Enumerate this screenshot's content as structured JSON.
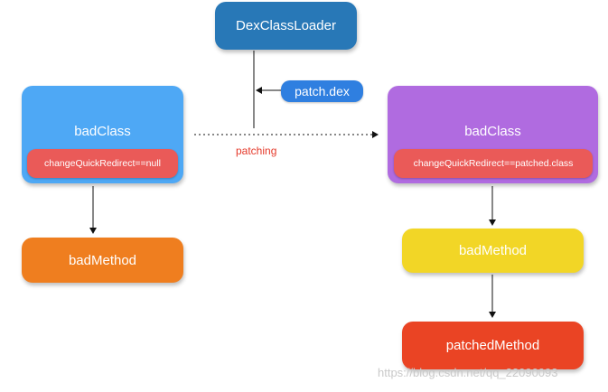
{
  "loader": {
    "label": "DexClassLoader",
    "color": "#2878b7"
  },
  "patch": {
    "label": "patch.dex",
    "color": "#2f7fe0"
  },
  "edge_label": "patching",
  "left": {
    "class_label": "badClass",
    "class_color": "#4ea8f5",
    "redirect_label": "changeQuickRedirect==null",
    "redirect_color": "#ea5a58",
    "method_label": "badMethod",
    "method_color": "#ef7e1f"
  },
  "right": {
    "class_label": "badClass",
    "class_color": "#b06be0",
    "redirect_label": "changeQuickRedirect==patched.class",
    "redirect_color": "#ea5a58",
    "method_label": "badMethod",
    "method_color": "#f2d626",
    "patched_label": "patchedMethod",
    "patched_color": "#ea4424"
  },
  "watermark": "https://blog.csdn.net/qq_22090093"
}
